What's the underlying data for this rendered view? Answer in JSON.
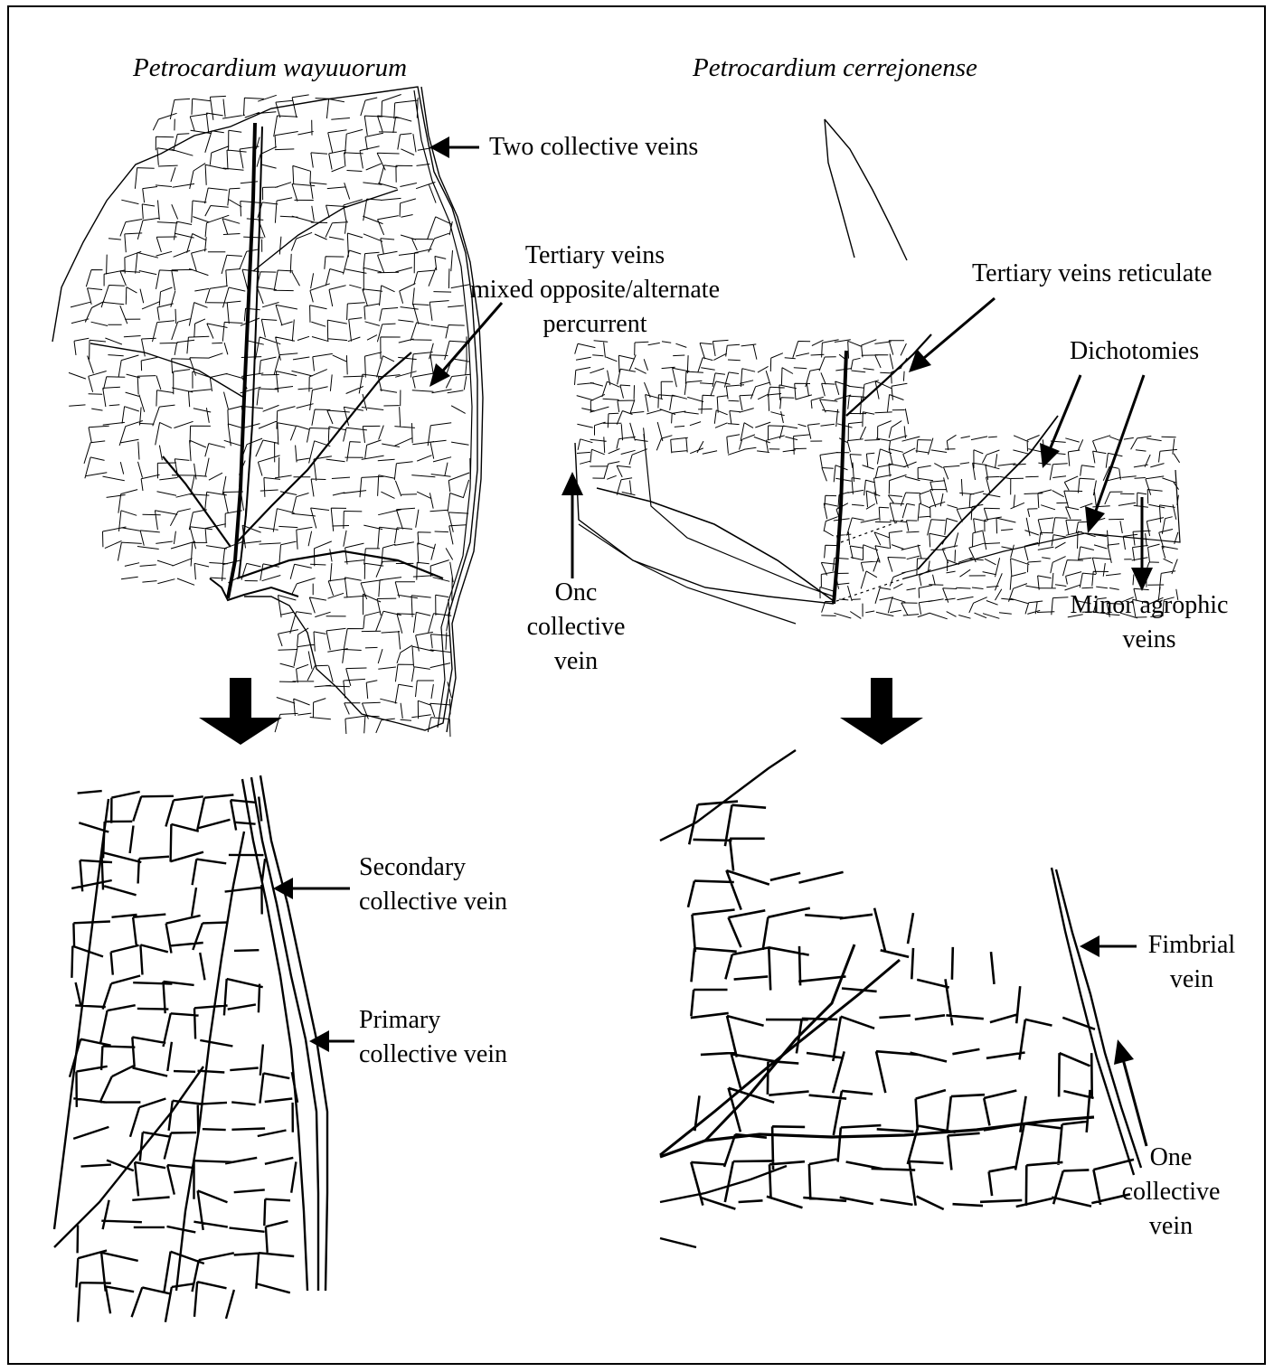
{
  "titles": {
    "left": "Petrocardium wayuuorum",
    "right": "Petrocardium cerrejonense"
  },
  "labels": {
    "two_collective": "Two collective veins",
    "tertiary_mixed": [
      "Tertiary veins",
      "mixed opposite/alternate",
      "percurrent"
    ],
    "tertiary_reticulate": "Tertiary veins reticulate",
    "dichotomies": "Dichotomies",
    "one_collective_top": [
      "Onc",
      "collective",
      "vein"
    ],
    "minor_agrophic": [
      "Minor agrophic",
      "veins"
    ],
    "secondary_collective": [
      "Secondary",
      "collective vein"
    ],
    "primary_collective": [
      "Primary",
      "collective vein"
    ],
    "fimbrial": [
      "Fimbrial",
      "vein"
    ],
    "one_collective_bottom": [
      "One",
      "collective",
      "vein"
    ]
  },
  "colors": {
    "ink": "#000000",
    "background": "#ffffff"
  }
}
